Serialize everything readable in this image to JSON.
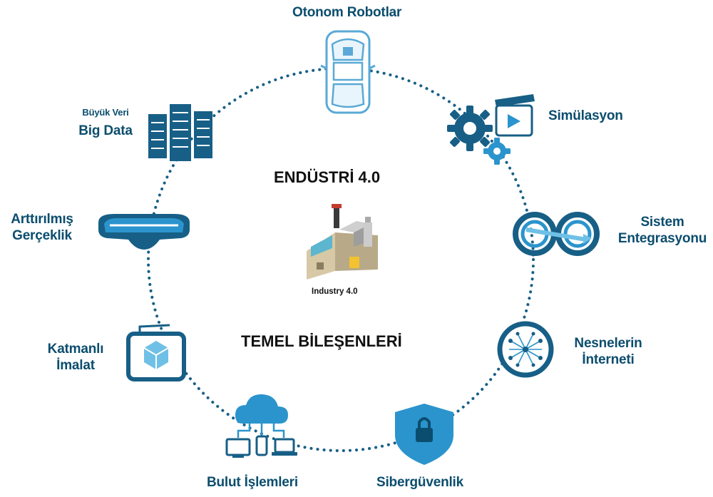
{
  "labels": {
    "otonom": "Otonom Robotlar",
    "simulasyon": "Simülasyon",
    "sistem_1": "Sistem",
    "sistem_2": "Entegrasyonu",
    "nesnelerin_1": "Nesnelerin",
    "nesnelerin_2": "İnterneti",
    "siber": "Sibergüvenlik",
    "bulut": "Bulut İşlemleri",
    "katmanli_1": "Katmanlı",
    "katmanli_2": "İmalat",
    "arttirilmis_1": "Arttırılmış",
    "arttirilmis_2": "Gerçeklik",
    "buyuk_veri": "Büyük Veri",
    "big_data": "Big Data"
  },
  "center": {
    "title": "ENDÜSTRİ 4.0",
    "factory_caption": "Industry 4.0",
    "subtitle": "TEMEL BİLEŞENLERİ"
  },
  "colors": {
    "primary": "#175f86",
    "accent": "#2b94cd",
    "light": "#6fc0e6",
    "dotted_ring": "#175f86",
    "text": "#0b4d6e"
  },
  "icons": [
    "robot-car-icon",
    "gears-video-icon",
    "integration-loop-icon",
    "iot-network-icon",
    "shield-lock-icon",
    "cloud-devices-icon",
    "3d-printing-icon",
    "vr-headset-icon",
    "server-racks-icon",
    "factory-icon"
  ]
}
